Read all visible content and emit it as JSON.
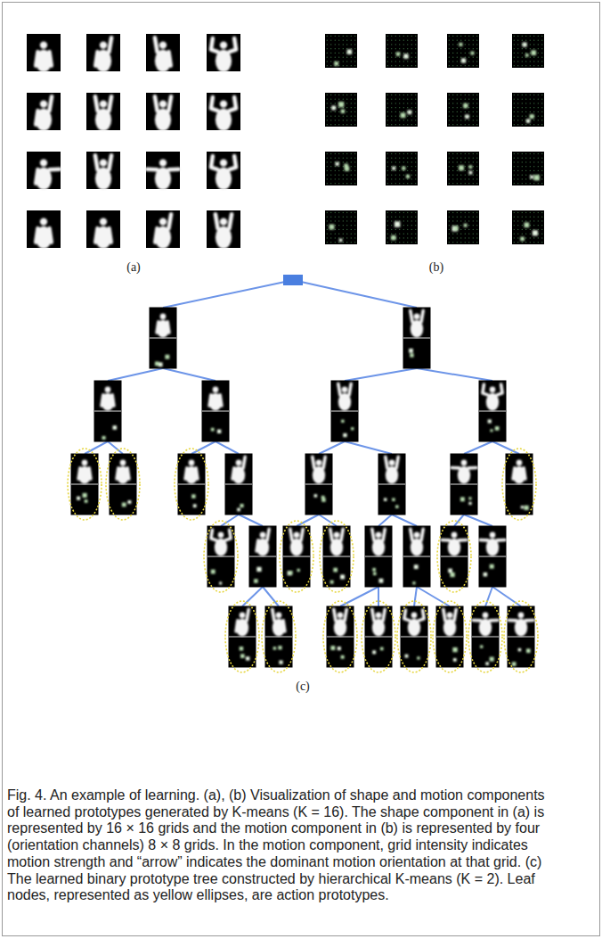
{
  "diagram": {
    "caption": "Fig. 4. An example of learning. (a), (b) Visualization of shape and motion components of learned prototypes generated by K-means (K = 16). The shape component in (a) is represented by 16 × 16 grids and the motion component in (b) is represented by four (orientation channels) 8 × 8 grids. In the motion component, grid intensity indicates motion strength and “arrow” indicates the dominant motion orientation at that grid. (c) The learned binary prototype tree constructed by hierarchical K-means (K = 2). Leaf nodes, represented as yellow ellipses, are action prototypes.",
    "labels": [
      "(a)",
      "(b)",
      "(c)"
    ]
  }
}
